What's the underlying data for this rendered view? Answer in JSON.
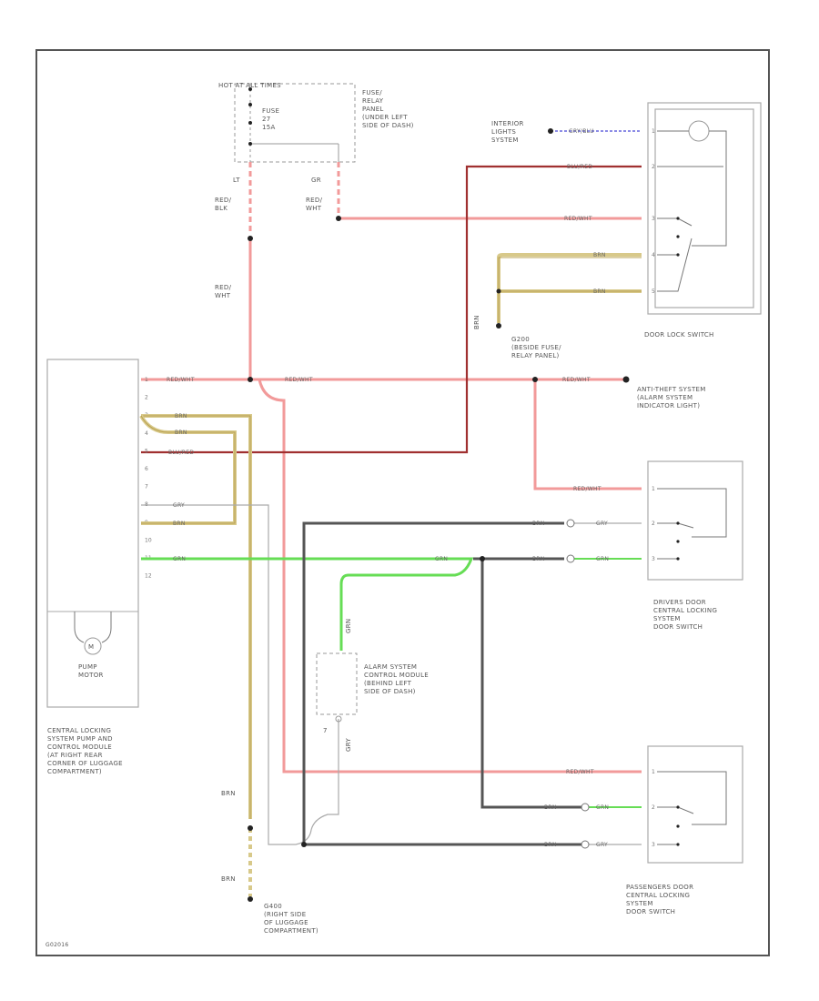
{
  "labels": {
    "hot_power": "HOT AT ALL TIMES",
    "fuse": "FUSE\n27\n15A",
    "fuse_panel": "FUSE/\nRELAY\nPANEL\n(UNDER LEFT\nSIDE OF DASH)",
    "lt": "LT",
    "gr": "GR",
    "red_blk": "RED/\nBLK",
    "red_wht_left": "RED/\nWHT",
    "red_wht_mid": "RED/\nWHT",
    "interior_lights": "INTERIOR\nLIGHTS\nSYSTEM",
    "door_lock_switch": "DOOR LOCK SWITCH",
    "g200": "G200\n(BESIDE FUSE/\nRELAY PANEL)",
    "anti_theft": "ANTI-THEFT SYSTEM\n(ALARM SYSTEM\nINDICATOR LIGHT)",
    "drivers_switch": "DRIVERS DOOR\nCENTRAL LOCKING\nSYSTEM\nDOOR SWITCH",
    "alarm_module": "ALARM SYSTEM\nCONTROL MODULE\n(BEHIND LEFT\nSIDE OF DASH)",
    "pump_motor": "PUMP\nMOTOR",
    "m": "M",
    "central_module": "CENTRAL LOCKING\nSYSTEM PUMP AND\nCONTROL MODULE\n(AT RIGHT REAR\nCORNER OF LUGGAGE\nCOMPARTMENT)",
    "passengers_switch": "PASSENGERS DOOR\nCENTRAL LOCKING\nSYSTEM\nDOOR SWITCH",
    "g400": "G400\n(RIGHT SIDE\nOF LUGGAGE\nCOMPARTMENT)",
    "brn_lower1": "BRN",
    "brn_lower2": "BRN",
    "brn_g200": "BRN",
    "grn_vertical": "GRN",
    "gry_vertical": "GRY",
    "seven": "7",
    "ref": "G02016"
  },
  "wire_labels": {
    "gry_blu": "GRY/BLU",
    "blu_red_top": "BLU/RED",
    "red_wht_top": "RED/WHT",
    "brn_1": "BRN",
    "brn_2": "BRN",
    "red_wht_p1": "RED/WHT",
    "red_wht_p1b": "RED/WHT",
    "red_wht_anti": "RED/WHT",
    "brn_p3": "BRN",
    "brn_p3b": "BRN",
    "blu_red_p4": "BLU/RED",
    "gry_p7": "GRY",
    "brn_p8": "BRN",
    "grn_p9": "GRN",
    "grn_mid": "GRN",
    "red_wht_drv": "RED/WHT",
    "gry_drv1a": "BRN",
    "gry_drv1b": "GRY",
    "grn_drv2a": "BRN",
    "grn_drv2b": "GRN",
    "red_wht_pass": "RED/WHT",
    "grn_pass_a": "BRN",
    "grn_pass_b": "GRN",
    "gry_pass_a": "BRN",
    "gry_pass_b": "GRY"
  },
  "pins": [
    "1",
    "2",
    "3",
    "4",
    "5",
    "6",
    "7",
    "8",
    "9",
    "10",
    "11",
    "12"
  ],
  "switch_pins": {
    "dl": [
      "1",
      "2",
      "3",
      "4",
      "5"
    ],
    "drv": [
      "1",
      "2",
      "3"
    ],
    "pass": [
      "1",
      "2",
      "3"
    ]
  },
  "colors": {
    "red_wire": "#f29a9a",
    "dark_wire": "#555555",
    "brown_wire": "#d8c98a",
    "green_wire": "#66dd55",
    "gray_wire": "#aaaaaa",
    "blue_wire": "#6666dd"
  }
}
